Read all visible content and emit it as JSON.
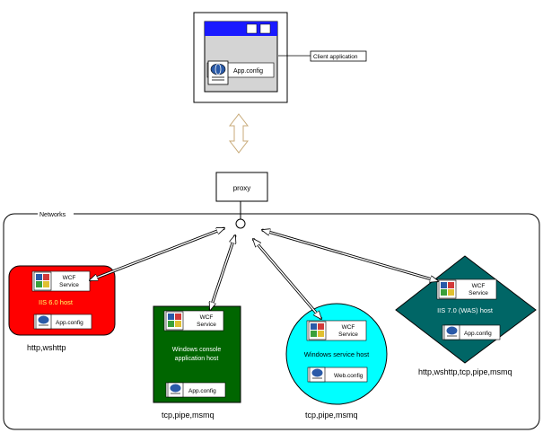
{
  "client": {
    "config_label": "App.config",
    "callout_label": "Client application"
  },
  "proxy": {
    "label": "proxy"
  },
  "network": {
    "label": "Networks"
  },
  "service_label": {
    "line1": "WCF",
    "line2": "Service"
  },
  "hosts": {
    "iis6": {
      "title": "IIS 6.0 host",
      "config_label": "App.config",
      "protocols": "http,wshttp"
    },
    "console": {
      "title_line1": "Windows console",
      "title_line2": "application host",
      "config_label": "App.config",
      "protocols": "tcp,pipe,msmq"
    },
    "winservice": {
      "title": "Windows service host",
      "config_label": "Web.config",
      "protocols": "tcp,pipe,msmq"
    },
    "iis7": {
      "title": "IIS 7.0  (WAS) host",
      "config_label": "App.config",
      "protocols": "http,wshttp,tcp,pipe,msmq"
    }
  },
  "colors": {
    "window_titlebar": "#1a1aff",
    "window_body": "#d4d4d4",
    "connector_arrow": "#c8aa78",
    "iis6_fill": "#ff0000",
    "console_fill": "#006600",
    "winservice_fill": "#00ffff",
    "iis7_fill": "#006666"
  },
  "icons": {
    "globe": "globe-doc-icon",
    "service": "service-component-icon",
    "config": "config-doc-icon"
  }
}
